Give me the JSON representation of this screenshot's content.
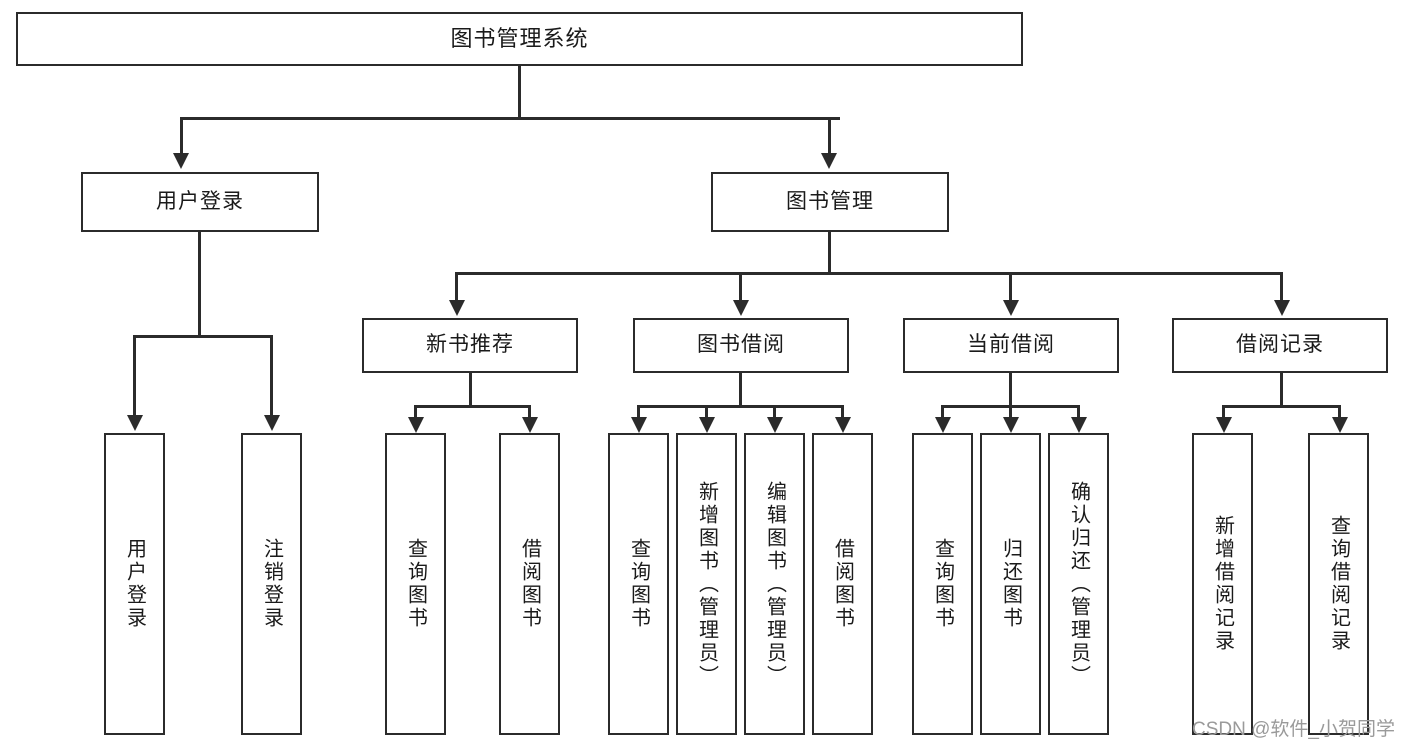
{
  "diagram": {
    "title": "图书管理系统",
    "type": "tree-structure-chart",
    "root": {
      "label": "图书管理系统"
    },
    "level2": [
      {
        "label": "用户登录"
      },
      {
        "label": "图书管理"
      }
    ],
    "user_login_children": [
      {
        "label": "用户登录"
      },
      {
        "label": "注销登录"
      }
    ],
    "book_mgmt_children": [
      {
        "label": "新书推荐"
      },
      {
        "label": "图书借阅"
      },
      {
        "label": "当前借阅"
      },
      {
        "label": "借阅记录"
      }
    ],
    "new_book_children": [
      {
        "label": "查询图书"
      },
      {
        "label": "借阅图书"
      }
    ],
    "borrow_book_children": [
      {
        "label": "查询图书"
      },
      {
        "label": "新增图书（管理员）"
      },
      {
        "label": "编辑图书（管理员）"
      },
      {
        "label": "借阅图书"
      }
    ],
    "current_borrow_children": [
      {
        "label": "查询图书"
      },
      {
        "label": "归还图书"
      },
      {
        "label": "确认归还（管理员）"
      }
    ],
    "borrow_record_children": [
      {
        "label": "新增借阅记录"
      },
      {
        "label": "查询借阅记录"
      }
    ]
  },
  "watermark": {
    "text": "CSDN @软件_小贺同学"
  },
  "colors": {
    "stroke": "#2b2b2b",
    "text": "#1a1a1a",
    "background": "#ffffff",
    "watermark": "#9a9a9a"
  }
}
